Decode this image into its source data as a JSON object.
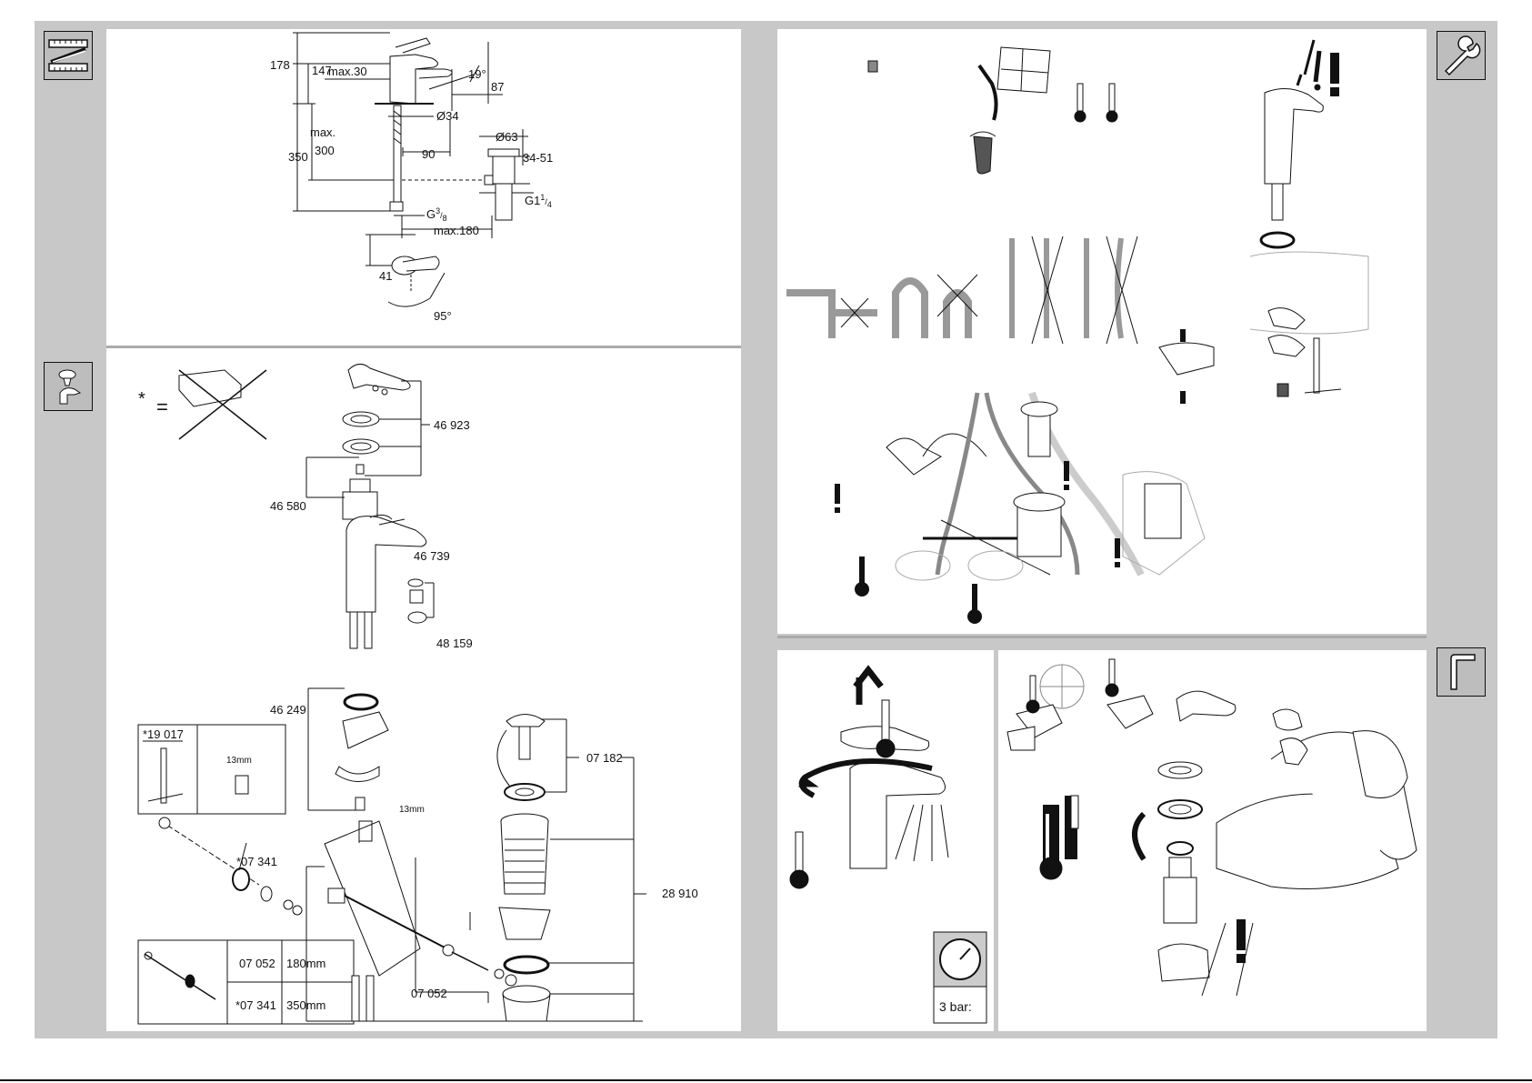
{
  "dimensions": {
    "height_total": "178",
    "height_body": "147",
    "spout_max": "max.30",
    "angle_spout": "19°",
    "spout_height": "87",
    "base_diameter": "Ø34",
    "under_max": "max.",
    "under_300": "300",
    "under_total": "350",
    "offset_90": "90",
    "drain_diameter": "Ø63",
    "drain_range": "34-51",
    "thread_g38_base": "G",
    "thread_g38_frac_num": "3",
    "thread_g38_frac_den": "8",
    "thread_g114_base": "G1",
    "thread_g114_frac_num": "1",
    "thread_g114_frac_den": "4",
    "max_180": "max.180",
    "top_41": "41",
    "angle_95": "95°"
  },
  "parts": {
    "star_note_symbol": "*",
    "star_note_eq": "=",
    "cartridge_set": "46 923",
    "cartridge": "46 580",
    "handle_lever": "46 739",
    "aerator": "48 159",
    "fixing_set": "46 249",
    "tool_label": "*19 017",
    "tool_size": "13mm",
    "nut_size": "13mm",
    "pop_up_rod_long": "*07 341",
    "pop_up_rod": "07 052",
    "waste_head": "07 182",
    "waste_set": "28 910",
    "table": [
      {
        "code": "07 052",
        "length": "180mm"
      },
      {
        "code": "*07 341",
        "length": "350mm"
      }
    ]
  },
  "pressure_gauge_label": "3 bar:",
  "icons": {
    "dimensions_section": "ruler-icon",
    "spare_parts_section": "faucet-icon",
    "installation_section": "wrench-icon",
    "maintenance_section": "hex-key-icon"
  },
  "colors": {
    "frame": "#c8c8c8",
    "icon_bg": "#bdbdbd",
    "line": "#111111"
  }
}
